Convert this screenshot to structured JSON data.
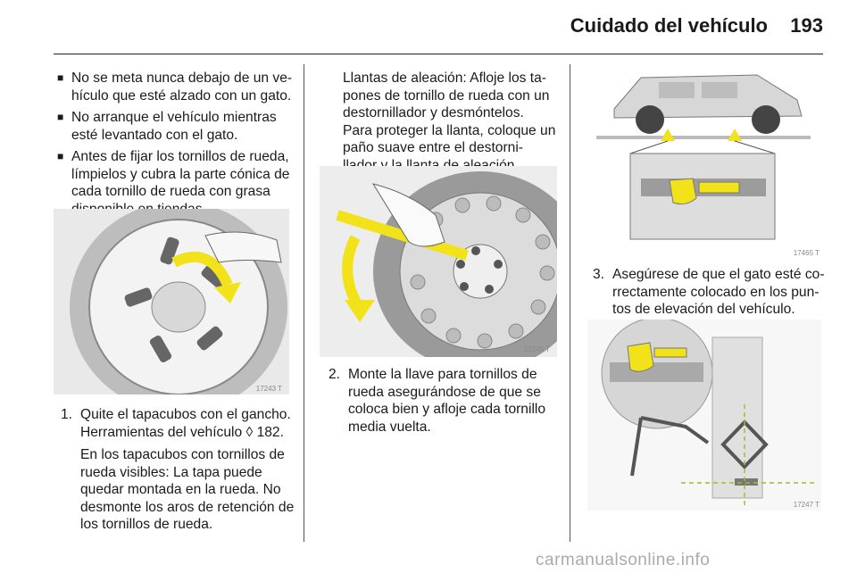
{
  "header": {
    "title": "Cuidado del vehículo",
    "page": "193"
  },
  "col1": {
    "bullets": [
      "No se meta nunca debajo de un ve-hículo que esté alzado con un gato.",
      "No arranque el vehículo mientras esté levantado con el gato.",
      "Antes de fijar los tornillos de rueda, límpielos y cubra la parte cónica de cada tornillo de rueda con grasa disponible en tiendas."
    ],
    "figure_id": "17243 T",
    "step_num": "1.",
    "step_text": "Quite el tapacubos con el gancho. Herramientas del vehículo",
    "ref_symbol": "◊",
    "ref_page": "182.",
    "step_sub": "En los tapacubos con tornillos de rueda visibles: La tapa puede quedar montada en la rueda. No desmonte los aros de retención de los tornillos de rueda."
  },
  "col2": {
    "intro": "Llantas de aleación: Afloje los ta-pones de tornillo de rueda con un destornillador y desmóntelos. Para proteger la llanta, coloque un paño suave entre el destorni-llador y la llanta de aleación.",
    "figure_id": "17245 T",
    "step_num": "2.",
    "step_text": "Monte la llave para tornillos de rueda asegurándose de que se coloca bien y afloje cada tornillo media vuelta."
  },
  "col3": {
    "figure1_id": "17465 T",
    "step_num": "3.",
    "step_text": "Asegúrese de que el gato esté co-rrectamente colocado en los pun-tos de elevación del vehículo.",
    "figure2_id": "17247 T"
  },
  "footer": {
    "watermark": "carmanualsonline.info"
  },
  "colors": {
    "jack_yellow": "#f2e21a",
    "rule": "#222222",
    "figure_bg": "#ececec"
  }
}
